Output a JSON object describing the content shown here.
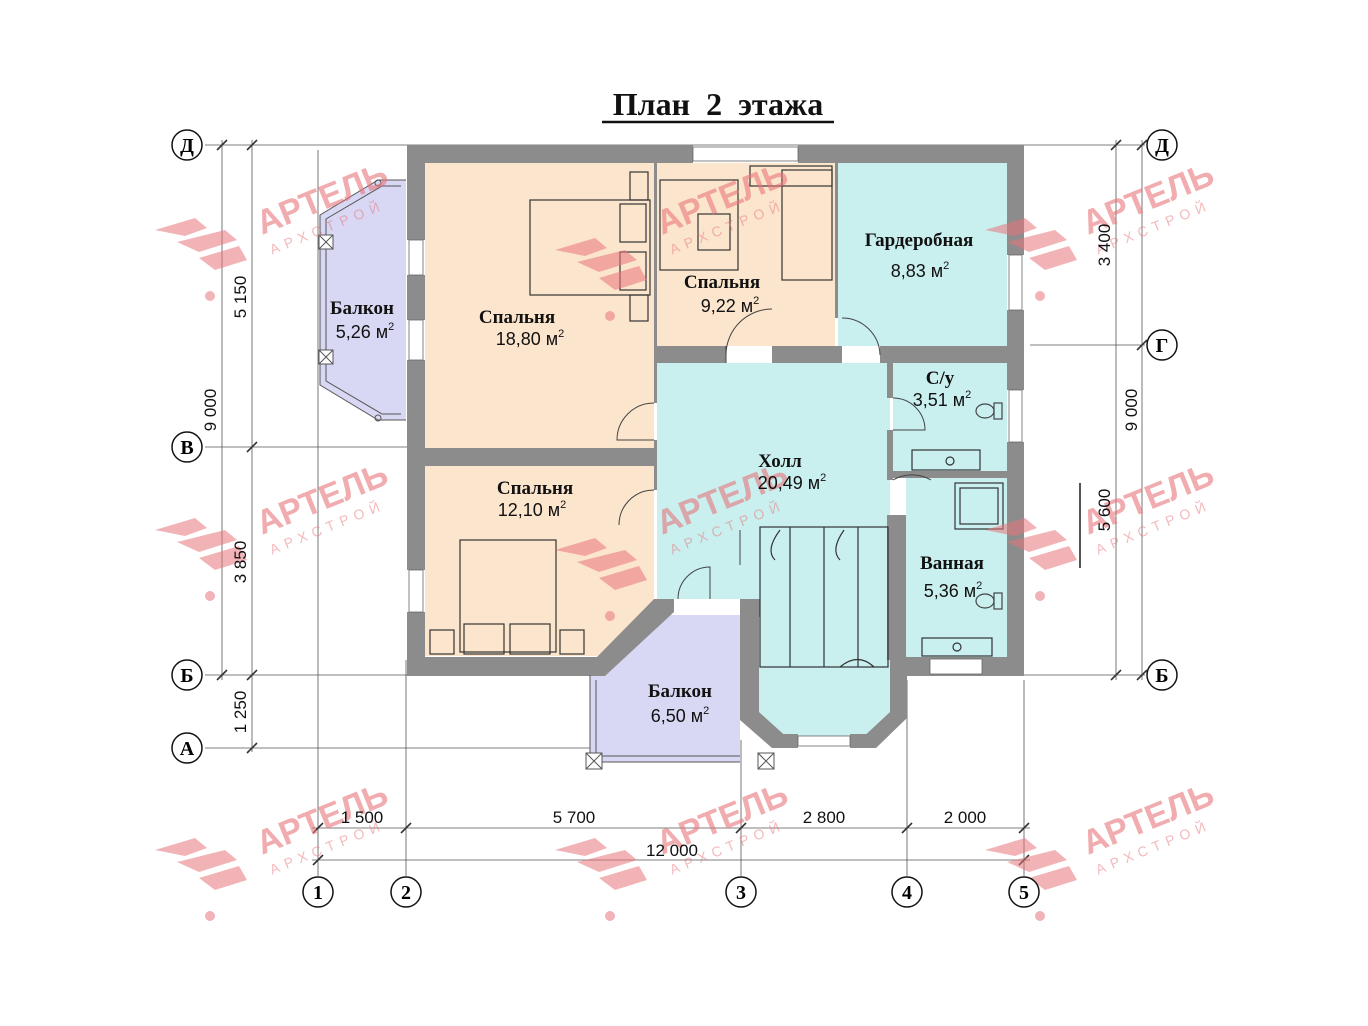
{
  "title": "План  2  этажа",
  "colors": {
    "wall": "#8c8c8c",
    "bedroom": "#fce5cd",
    "hall": "#c9f0ef",
    "balcony": "#d8d8f5",
    "watermark": "#e8757a"
  },
  "rooms": {
    "balcony_left": {
      "name": "Балкон",
      "area": "5,26 м",
      "unit_sup": "2"
    },
    "bedroom_big": {
      "name": "Спальня",
      "area": "18,80 м",
      "unit_sup": "2"
    },
    "bedroom_small": {
      "name": "Спальня",
      "area": "9,22 м",
      "unit_sup": "2"
    },
    "wardrobe": {
      "name": "Гардеробная",
      "area": "8,83 м",
      "unit_sup": "2"
    },
    "wc": {
      "name": "С/у",
      "area": "3,51 м",
      "unit_sup": "2"
    },
    "hall": {
      "name": "Холл",
      "area": "20,49 м",
      "unit_sup": "2"
    },
    "bedroom_left": {
      "name": "Спальня",
      "area": "12,10 м",
      "unit_sup": "2"
    },
    "bath": {
      "name": "Ванная",
      "area": "5,36 м",
      "unit_sup": "2"
    },
    "balcony_bottom": {
      "name": "Балкон",
      "area": "6,50 м",
      "unit_sup": "2"
    }
  },
  "axes": {
    "rows": [
      "Д",
      "Г",
      "В",
      "Б",
      "А"
    ],
    "columns": [
      "1",
      "2",
      "3",
      "4",
      "5"
    ]
  },
  "dimensions": {
    "left_outer": [
      "9 000"
    ],
    "left_inner": [
      "5 150",
      "3 850",
      "1 250"
    ],
    "right_outer": [
      "9 000"
    ],
    "right_inner": [
      "3 400",
      "5 600"
    ],
    "bottom_inner": [
      "1 500",
      "5 700",
      "2 800",
      "2 000"
    ],
    "bottom_total": "12 000"
  },
  "watermark": {
    "brand": "АРТЕЛЬ",
    "sub": "АРХСТРОЙ"
  }
}
